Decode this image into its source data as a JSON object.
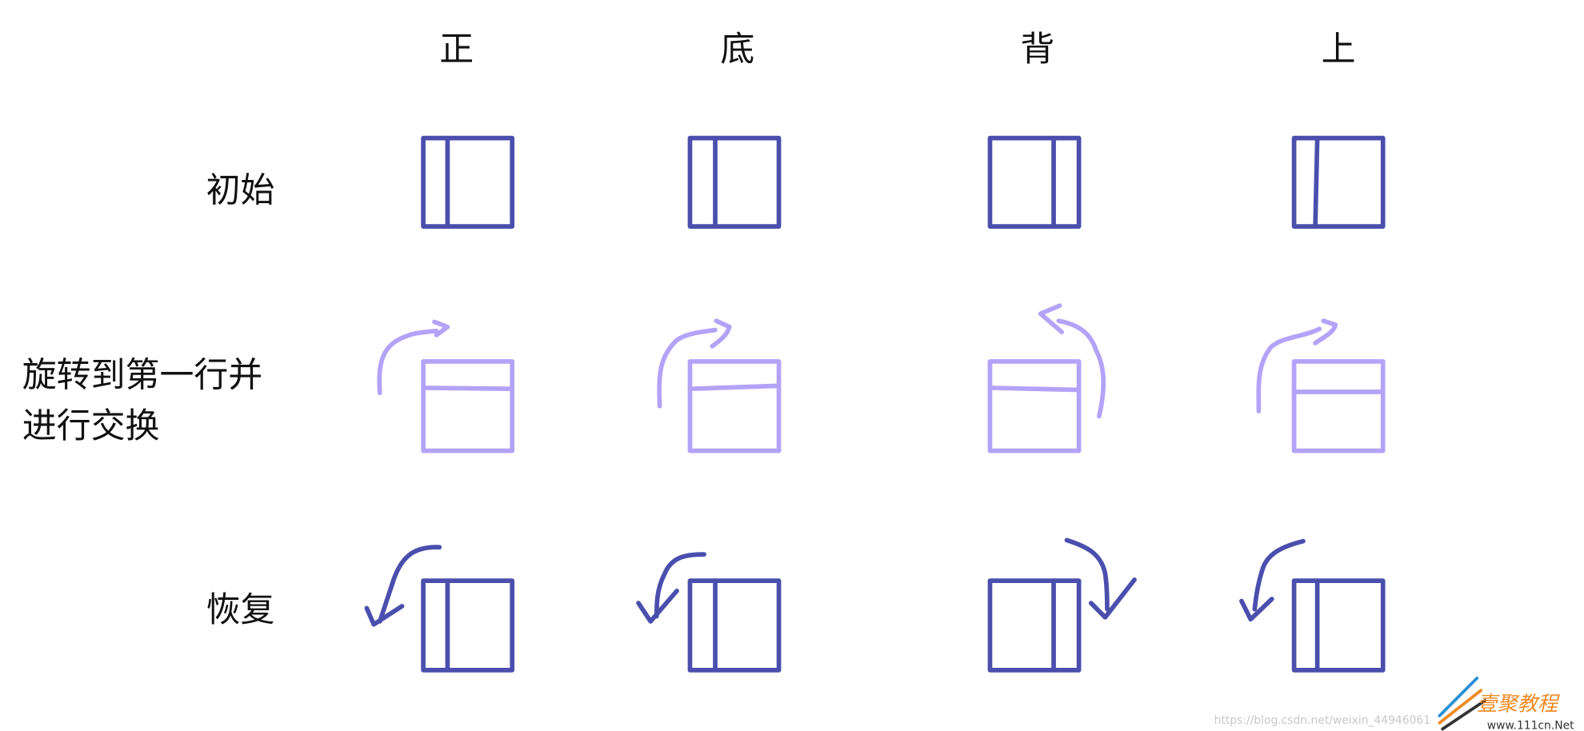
{
  "columns": [
    "正",
    "底",
    "背",
    "上"
  ],
  "rows": {
    "initial": "初始",
    "rotate_line1": "旋转到第一行并",
    "rotate_line2": "进行交换",
    "restore": "恢复"
  },
  "colors": {
    "initial_and_restore": "#4a4fad",
    "rotated": "#b3a3f8"
  },
  "watermark": {
    "logo_text": "壹聚教程",
    "site": "www.111cn.Net",
    "url": "https://blog.csdn.net/weixin_44946061"
  }
}
